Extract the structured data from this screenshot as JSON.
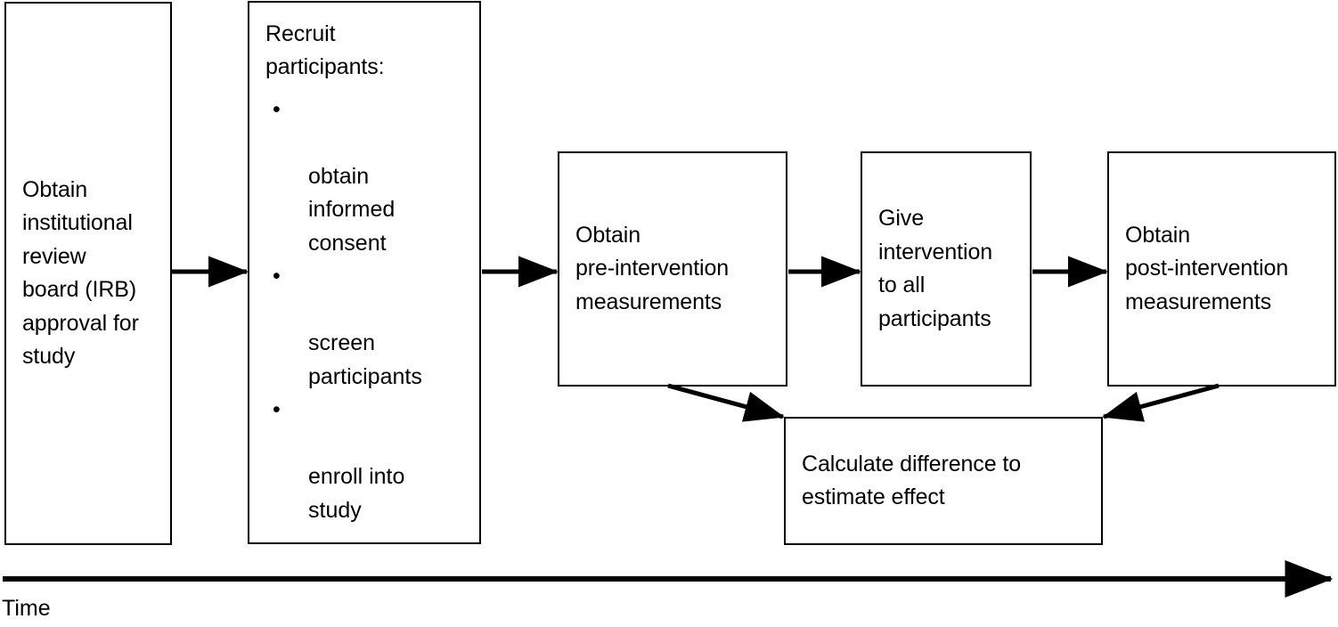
{
  "diagram": {
    "title": "Pre-post single-group study design flowchart",
    "stroke_color": "#000000",
    "background_color": "#ffffff",
    "nodes": [
      {
        "id": "irb",
        "label": "Obtain\ninstitutional\nreview\nboard (IRB)\napproval for\nstudy"
      },
      {
        "id": "recruit",
        "heading": "Recruit\nparticipants:",
        "bullets": [
          "obtain\ninformed\nconsent",
          "screen\nparticipants",
          "enroll into\nstudy"
        ],
        "bullet_glyph": "•"
      },
      {
        "id": "pre-measure",
        "label": "Obtain\npre-intervention\nmeasurements"
      },
      {
        "id": "intervention",
        "label": "Give\nintervention\nto all\nparticipants"
      },
      {
        "id": "post-measure",
        "label": "Obtain\npost-intervention\nmeasurements"
      },
      {
        "id": "calculate",
        "label": "Calculate difference to\nestimate effect"
      }
    ],
    "axis": {
      "label": "Time",
      "direction": "left-to-right"
    }
  }
}
